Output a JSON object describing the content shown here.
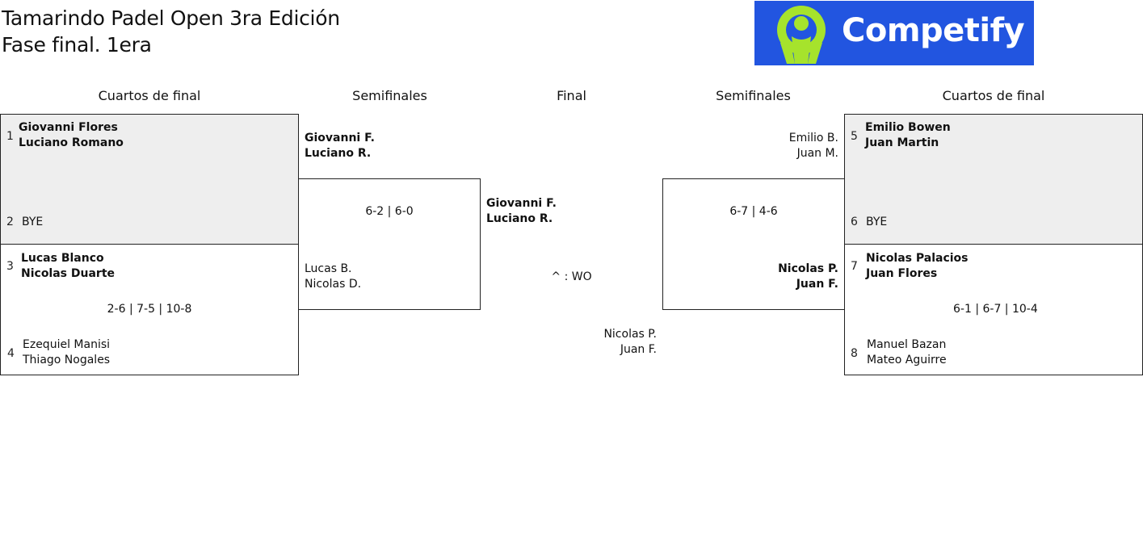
{
  "header": {
    "title_line1": "Tamarindo Padel Open 3ra Edición",
    "title_line2": "Fase final. 1era",
    "logo_text": "Competify",
    "brand_color": "#2255e0",
    "logo_accent": "#a6e32c"
  },
  "columns": {
    "qf_left": "Cuartos de final",
    "sf_left": "Semifinales",
    "final": "Final",
    "sf_right": "Semifinales",
    "qf_right": "Cuartos de final"
  },
  "qf_left": {
    "m1": {
      "seed_a": "1",
      "a1": "Giovanni Flores",
      "a2": "Luciano Romano",
      "seed_b": "2",
      "b1": "BYE"
    },
    "m2": {
      "seed_a": "3",
      "a1": "Lucas Blanco",
      "a2": "Nicolas Duarte",
      "score": "2-6 | 7-5 | 10-8",
      "seed_b": "4",
      "b1": "Ezequiel Manisi",
      "b2": "Thiago Nogales"
    }
  },
  "sf_left": {
    "a1": "Giovanni F.",
    "a2": "Luciano R.",
    "score": "6-2 | 6-0",
    "b1": "Lucas B.",
    "b2": "Nicolas D."
  },
  "final": {
    "a1": "Giovanni F.",
    "a2": "Luciano R.",
    "score": "^ : WO",
    "b1": "Nicolas P.",
    "b2": "Juan F."
  },
  "sf_right": {
    "a1": "Emilio B.",
    "a2": "Juan M.",
    "score": "6-7 | 4-6",
    "b1": "Nicolas P.",
    "b2": "Juan F."
  },
  "qf_right": {
    "m1": {
      "seed_a": "5",
      "a1": "Emilio Bowen",
      "a2": "Juan Martin",
      "seed_b": "6",
      "b1": "BYE"
    },
    "m2": {
      "seed_a": "7",
      "a1": "Nicolas Palacios",
      "a2": "Juan Flores",
      "score": "6-1 | 6-7 | 10-4",
      "seed_b": "8",
      "b1": "Manuel Bazan",
      "b2": "Mateo Aguirre"
    }
  }
}
